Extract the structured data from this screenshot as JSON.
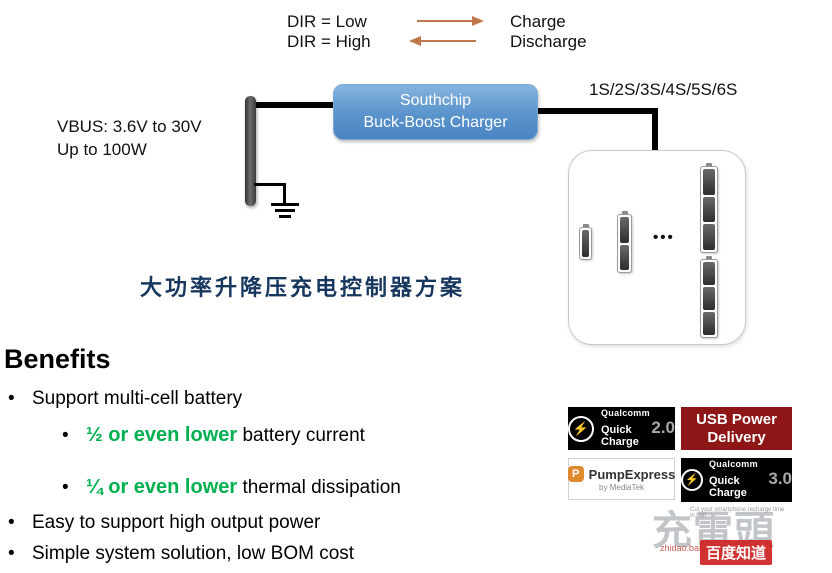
{
  "legend": {
    "dir_low": "DIR = Low",
    "dir_high": "DIR = High",
    "charge": "Charge",
    "discharge": "Discharge",
    "arrow_color": "#c0784b"
  },
  "diagram": {
    "vbus_line1": "VBUS: 3.6V to 30V",
    "vbus_line2": "Up to 100W",
    "charger_name": "Southchip",
    "charger_type": "Buck-Boost Charger",
    "charger_color": "#5a93cc",
    "cells_label": "1S/2S/3S/4S/5S/6S",
    "dots": "•••",
    "title_cn": "大功率升降压充电控制器方案",
    "title_color": "#17375e"
  },
  "benefits": {
    "heading": "Benefits",
    "bullet": "•",
    "highlight_color": "#00b050",
    "items": [
      {
        "text": "Support multi-cell battery"
      },
      {
        "highlight": "½ or even lower",
        "rest": " battery current"
      },
      {
        "highlight": "¼ or even lower",
        "rest": " thermal dissipation"
      },
      {
        "text": "Easy to support high output power"
      },
      {
        "text": "Simple system solution, low BOM cost"
      }
    ]
  },
  "logos": {
    "qc2": {
      "bolt": "⚡",
      "brand": "Qualcomm",
      "product": "Quick Charge",
      "version": "2.0"
    },
    "usb_pd": {
      "line1": "USB Power",
      "line2": "Delivery",
      "color": "#8e1616"
    },
    "pump_express": {
      "icon": "P",
      "name": "PumpExpress",
      "by": "by MediaTek"
    },
    "qc3": {
      "bolt": "⚡",
      "brand": "Qualcomm",
      "product": "Quick Charge",
      "version": "3.0",
      "caption": "Cut your smartphone recharge time in half"
    }
  },
  "watermark": {
    "site": "充電頭",
    "badge": "百度知道",
    "url": "zhidao.baidu.com"
  }
}
